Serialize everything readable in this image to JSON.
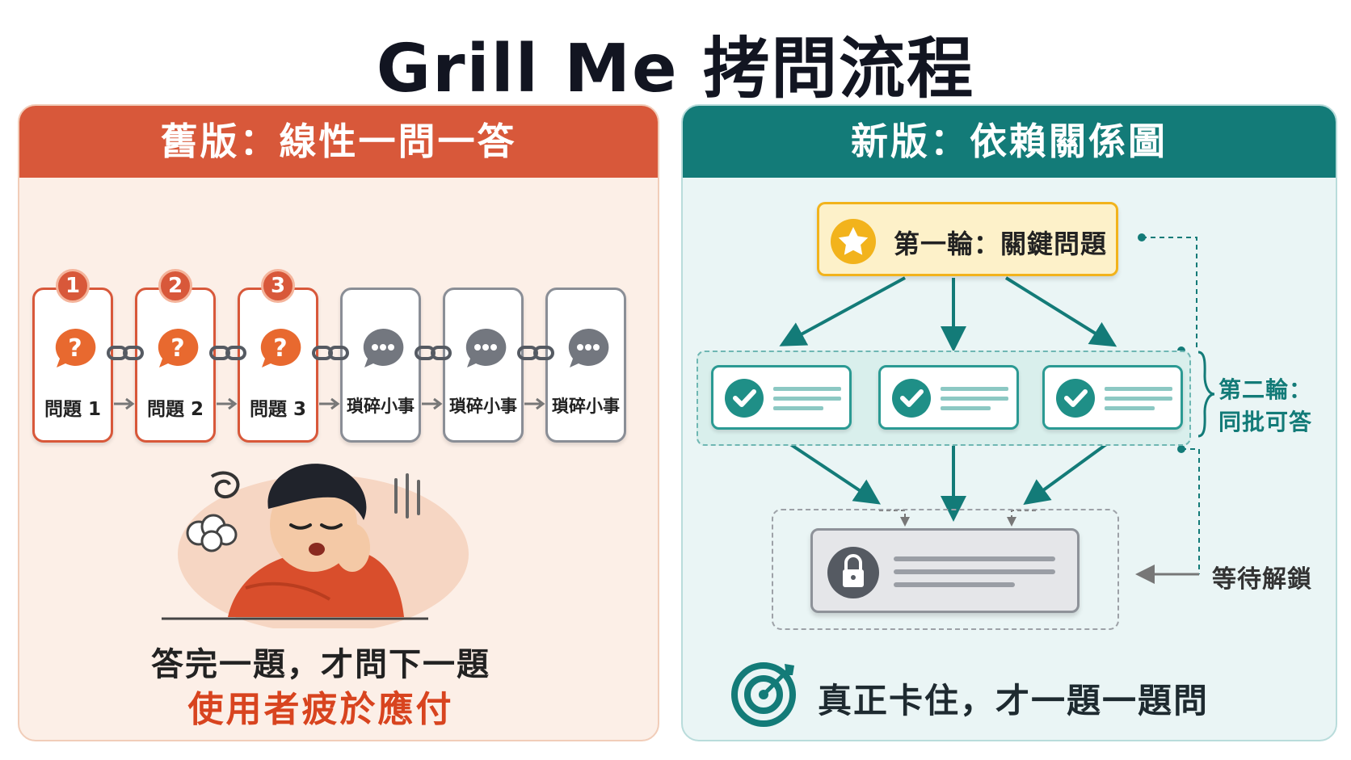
{
  "title": "Grill Me 拷問流程",
  "left_panel": {
    "header": "舊版：線性一問一答",
    "cards": [
      {
        "number": "1",
        "label": "問題 1",
        "kind": "question"
      },
      {
        "number": "2",
        "label": "問題 2",
        "kind": "question"
      },
      {
        "number": "3",
        "label": "問題 3",
        "kind": "question"
      },
      {
        "number": "",
        "label": "瑣碎小事",
        "kind": "trivial"
      },
      {
        "number": "",
        "label": "瑣碎小事",
        "kind": "trivial"
      },
      {
        "number": "",
        "label": "瑣碎小事",
        "kind": "trivial"
      }
    ],
    "footer_line1": "答完一題，才問下一題",
    "footer_line2": "使用者疲於應付"
  },
  "right_panel": {
    "header": "新版：依賴關係圖",
    "round1_label": "第一輪：關鍵問題",
    "round2_label_line1": "第二輪：",
    "round2_label_line2": "同批可答",
    "wait_label": "等待解鎖",
    "footer": "真正卡住，才一題一題問"
  },
  "colors": {
    "old_accent": "#d8583a",
    "new_accent": "#137b78",
    "round1_fill": "#fdf1c9",
    "round1_border": "#f2b31c",
    "locked_grey": "#8e9299"
  },
  "icons": [
    "question-bubble-icon",
    "ellipsis-bubble-icon",
    "chain-link-icon",
    "star-icon",
    "check-icon",
    "lock-icon",
    "target-icon",
    "tired-person-illustration"
  ]
}
